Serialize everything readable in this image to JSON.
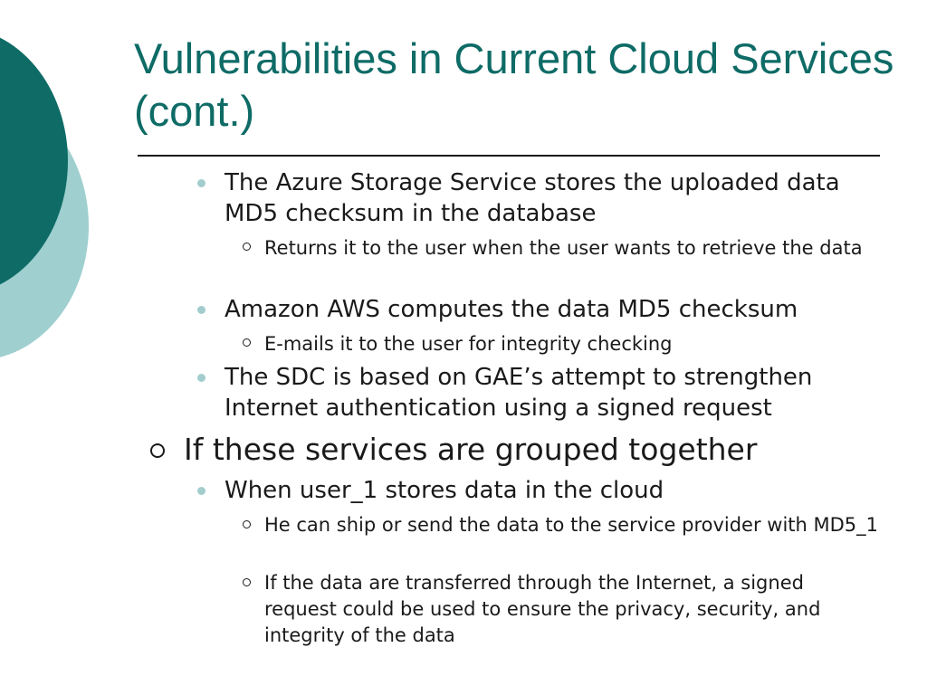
{
  "slide": {
    "title": "Vulnerabilities in Current Cloud Services (cont.)",
    "bullets": [
      {
        "level": 2,
        "text": "The Azure Storage Service stores the uploaded data MD5 checksum in the database"
      },
      {
        "level": 3,
        "text": "Returns it to the user when the user wants to retrieve the data"
      },
      {
        "level": 2,
        "text": "Amazon AWS computes the data MD5 checksum"
      },
      {
        "level": 3,
        "text": "E-mails it to the user for integrity checking"
      },
      {
        "level": 2,
        "text": "The SDC is based on GAE’s attempt to strengthen Internet authentication using a signed request"
      },
      {
        "level": 1,
        "text": "If these services are grouped together"
      },
      {
        "level": 2,
        "text": "When user_1 stores data in the cloud"
      },
      {
        "level": 3,
        "text": "He can ship or send the data to the service provider with MD5_1"
      },
      {
        "level": 3,
        "text": "If the data are transferred through the Internet, a signed request could be used to ensure the privacy, security, and integrity of the data"
      }
    ]
  },
  "colors": {
    "accent_dark": "#0e6b66",
    "accent_light": "#9fcfcf",
    "bullet_fill": "#a3cdcd",
    "text": "#1a1a1a"
  }
}
